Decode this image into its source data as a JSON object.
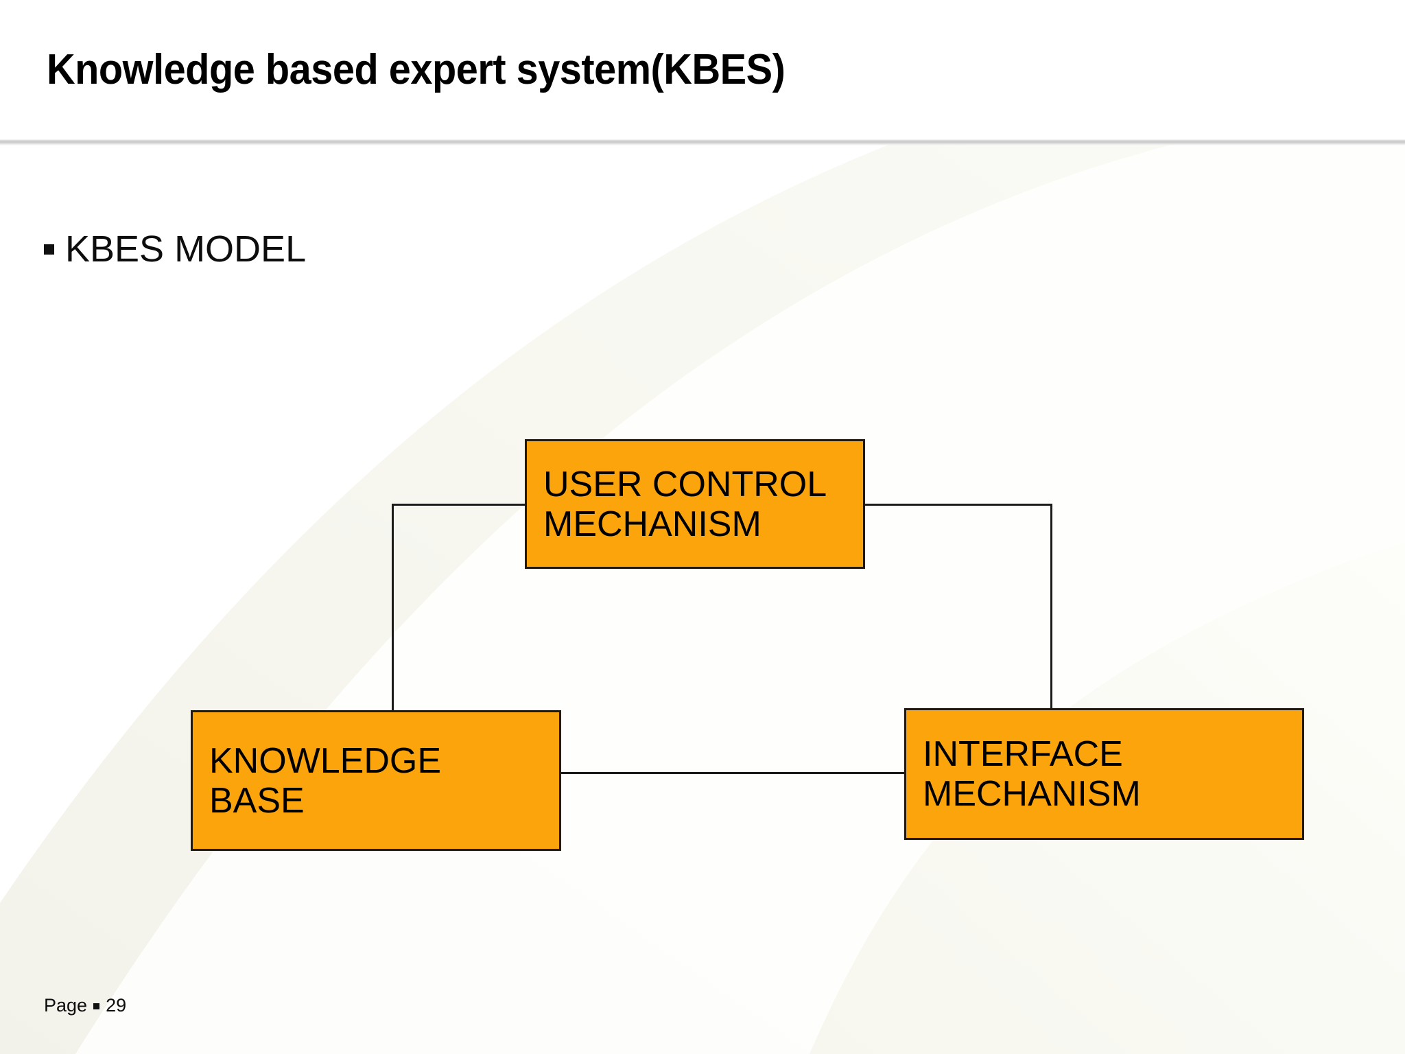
{
  "slide": {
    "title": "Knowledge based expert system(KBES)",
    "background_color": "#ffffff",
    "accent_color": "#FBA40C",
    "outline_color": "#221a10"
  },
  "body": {
    "bullet_marker": "square-bullet",
    "bullet_text": "KBES MODEL"
  },
  "diagram": {
    "type": "block-diagram",
    "nodes": [
      {
        "id": "user-control-mechanism",
        "label": "USER CONTROL\nMECHANISM"
      },
      {
        "id": "knowledge-base",
        "label": "KNOWLEDGE\nBASE"
      },
      {
        "id": "interface-mechanism",
        "label": "INTERFACE\nMECHANISM"
      }
    ],
    "connections": [
      {
        "from": "user-control-mechanism",
        "to": "knowledge-base",
        "style": "elbow-left"
      },
      {
        "from": "user-control-mechanism",
        "to": "interface-mechanism",
        "style": "elbow-right"
      },
      {
        "from": "knowledge-base",
        "to": "interface-mechanism",
        "style": "straight"
      }
    ]
  },
  "footer": {
    "page_label": "Page",
    "page_bullet": "square-bullet",
    "page_number": "29"
  }
}
